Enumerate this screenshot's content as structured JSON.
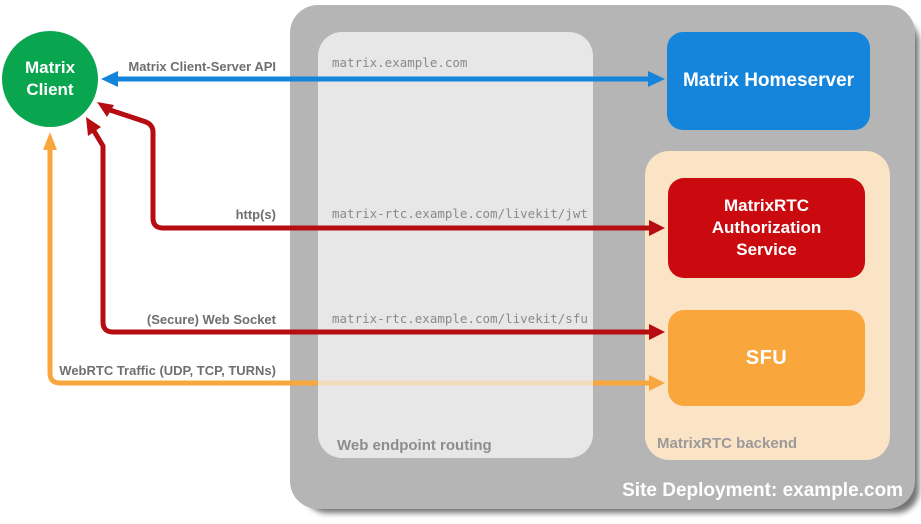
{
  "containers": {
    "site": {
      "label": "Site Deployment: example.com",
      "color": "#b5b5b5"
    },
    "routing": {
      "label": "Web endpoint routing",
      "color": "#e7e7e7"
    },
    "backend": {
      "label": "MatrixRTC backend",
      "color": "#fbe3c5"
    }
  },
  "nodes": {
    "client": {
      "shape": "circle",
      "color": "#0aa64f",
      "lines": [
        "Matrix",
        "Client"
      ]
    },
    "homeserver": {
      "label": "Matrix Homeserver",
      "color": "#1485db"
    },
    "auth_service": {
      "color": "#cb0a10",
      "lines": [
        "MatrixRTC",
        "Authorization",
        "Service"
      ]
    },
    "sfu": {
      "label": "SFU",
      "color": "#f9a63c"
    }
  },
  "endpoints": {
    "homeserver_url": "matrix.example.com",
    "jwt_url": "matrix-rtc.example.com/livekit/jwt",
    "sfu_url": "matrix-rtc.example.com/livekit/sfu"
  },
  "edges": {
    "client_server_api": {
      "label": "Matrix Client-Server API",
      "color": "#1485db",
      "from": "Matrix Client",
      "to": "Matrix Homeserver",
      "bidirectional": true
    },
    "https": {
      "label": "http(s)",
      "color": "#b50d11",
      "from": "Matrix Client",
      "to": "MatrixRTC Authorization Service",
      "bidirectional": true
    },
    "websocket": {
      "label": "(Secure) Web Socket",
      "color": "#b50d11",
      "from": "Matrix Client",
      "to": "SFU",
      "bidirectional": true
    },
    "webrtc": {
      "label": "WebRTC Traffic (UDP, TCP, TURNs)",
      "color": "#f9a63c",
      "faded_color": "#f0dbbc",
      "from": "Matrix Client",
      "to": "SFU",
      "bidirectional": true
    }
  }
}
